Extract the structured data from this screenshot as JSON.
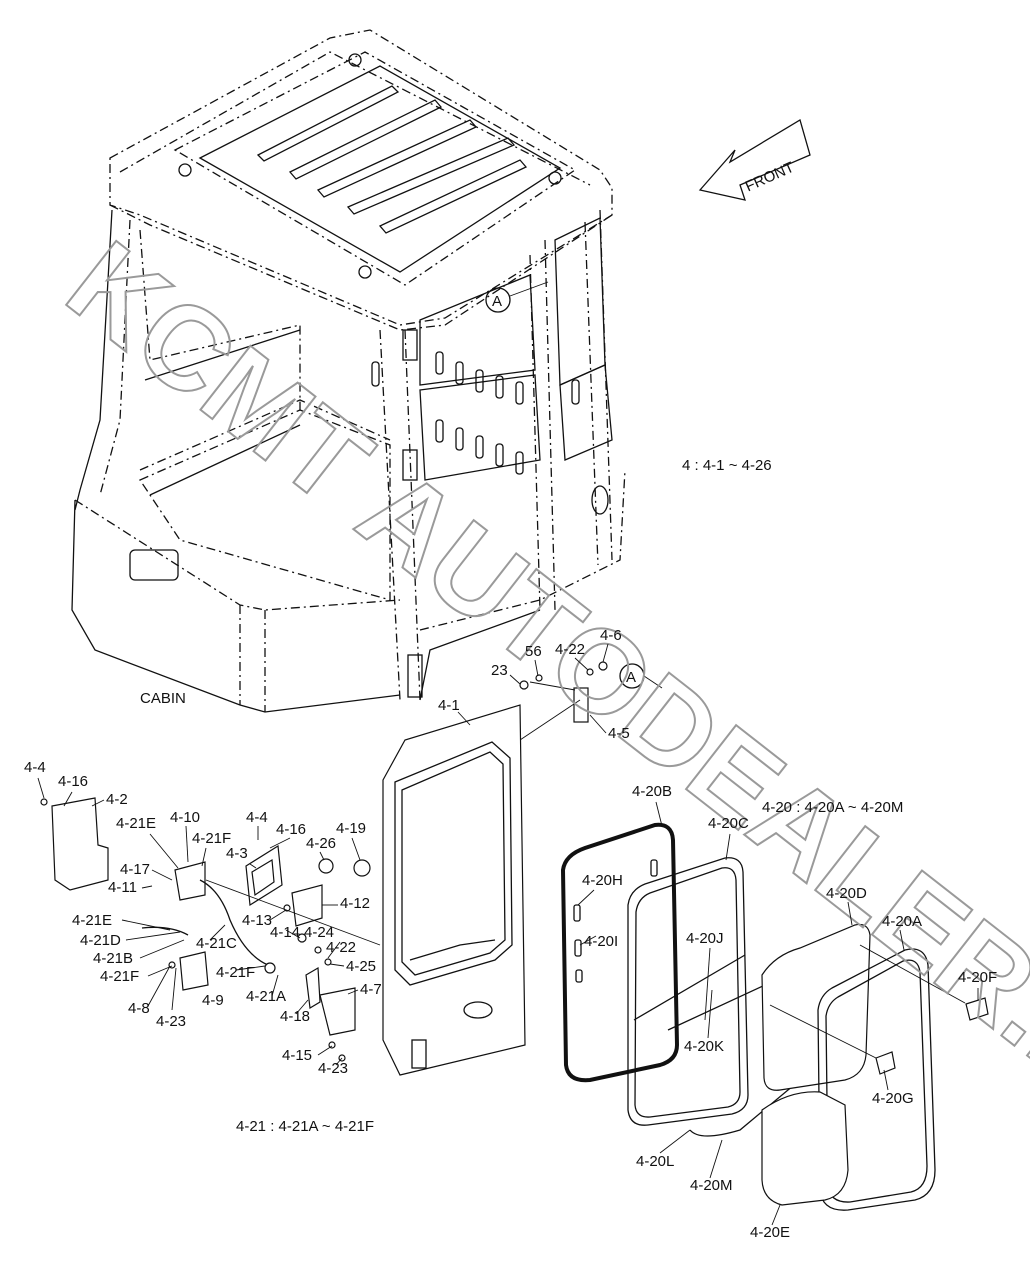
{
  "title": "CABIN",
  "front_label": "FRONT",
  "section_marker": "A",
  "notes": {
    "cabin_range": "4 : 4-1 ~ 4-26",
    "glass_range": "4-20 : 4-20A ~ 4-20M",
    "wire_range": "4-21 : 4-21A ~ 4-21F"
  },
  "watermark": "KCMT AUTODEALER.RU",
  "callouts": [
    "23",
    "56",
    "4-22",
    "4-6",
    "4-5",
    "4-1",
    "4-4",
    "4-16",
    "4-2",
    "4-21E",
    "4-10",
    "4-21F",
    "4-17",
    "4-11",
    "4-4",
    "4-16",
    "4-3",
    "4-26",
    "4-19",
    "4-12",
    "4-13",
    "4-14",
    "4-24",
    "4-22",
    "4-25",
    "4-21E",
    "4-21D",
    "4-21B",
    "4-21C",
    "4-21F",
    "4-21F",
    "4-8",
    "4-23",
    "4-9",
    "4-21A",
    "4-18",
    "4-7",
    "4-15",
    "4-23",
    "4-20B",
    "4-20C",
    "4-20H",
    "4-20I",
    "4-20J",
    "4-20K",
    "4-20D",
    "4-20A",
    "4-20F",
    "4-20G",
    "4-20L",
    "4-20M",
    "4-20E"
  ]
}
